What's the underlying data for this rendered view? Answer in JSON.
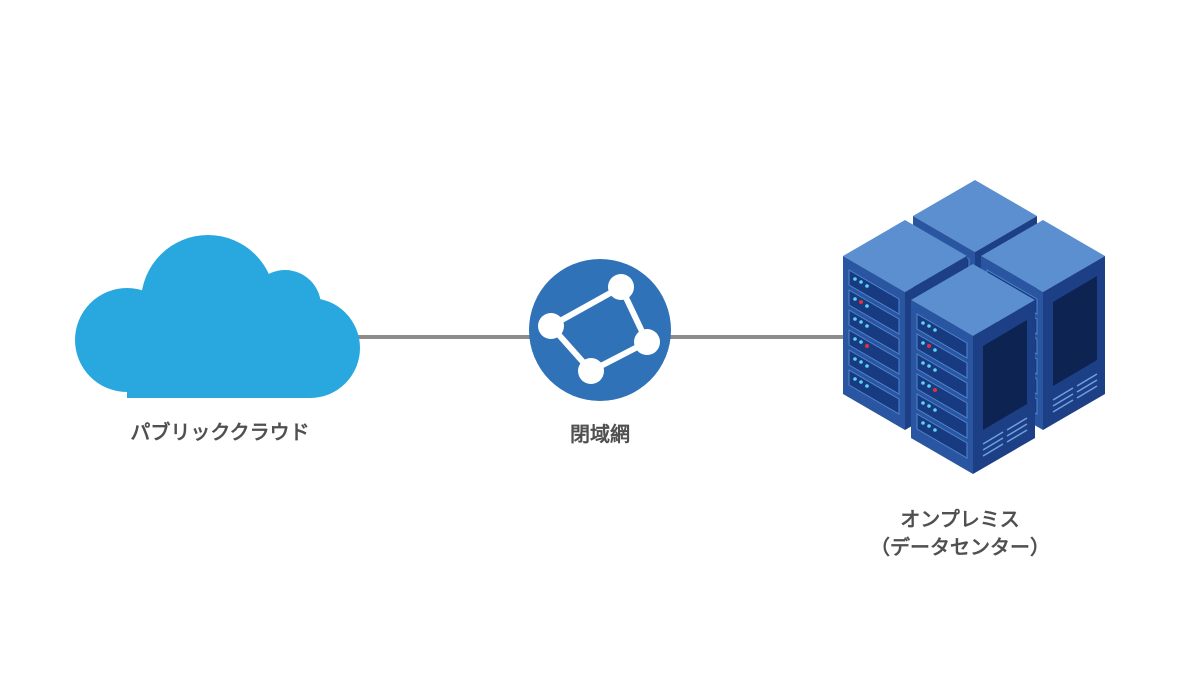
{
  "diagram": {
    "nodes": [
      {
        "id": "public-cloud",
        "label": "パブリッククラウド",
        "icon": "cloud-icon",
        "color": "#29a8e0"
      },
      {
        "id": "closed-network",
        "label": "閉域網",
        "icon": "network-graph-icon",
        "color": "#2f72b8"
      },
      {
        "id": "on-premises",
        "label_line1": "オンプレミス",
        "label_line2": "（データセンター）",
        "icon": "server-racks-icon",
        "color": "#2a5aa8"
      }
    ],
    "edges": [
      {
        "from": "public-cloud",
        "to": "closed-network"
      },
      {
        "from": "closed-network",
        "to": "on-premises"
      }
    ],
    "edge_color": "#8c8c8c",
    "label_color": "#505050"
  }
}
